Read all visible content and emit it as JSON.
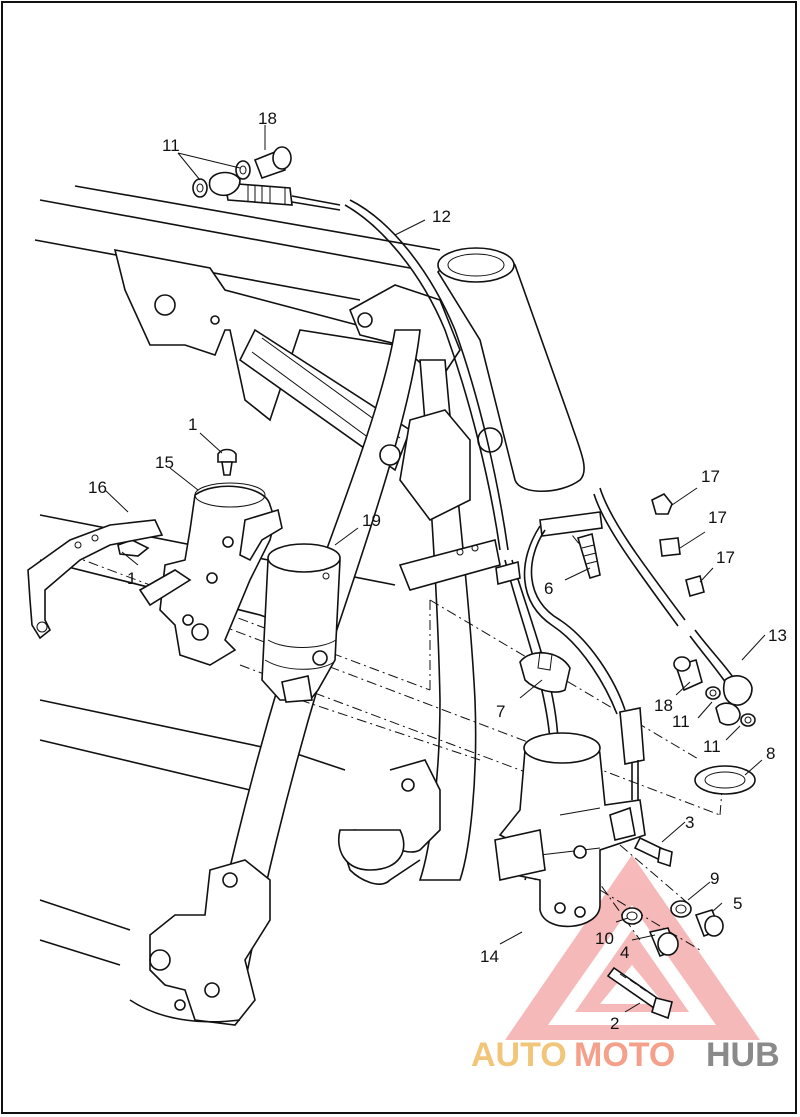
{
  "callouts": [
    {
      "id": "c1a",
      "text": "1"
    },
    {
      "id": "c1b",
      "text": "1"
    },
    {
      "id": "c2",
      "text": "2"
    },
    {
      "id": "c3",
      "text": "3"
    },
    {
      "id": "c4",
      "text": "4"
    },
    {
      "id": "c5",
      "text": "5"
    },
    {
      "id": "c6",
      "text": "6"
    },
    {
      "id": "c7",
      "text": "7"
    },
    {
      "id": "c8",
      "text": "8"
    },
    {
      "id": "c9",
      "text": "9"
    },
    {
      "id": "c10",
      "text": "10"
    },
    {
      "id": "c11a",
      "text": "11"
    },
    {
      "id": "c11b",
      "text": "11"
    },
    {
      "id": "c11c",
      "text": "11"
    },
    {
      "id": "c12",
      "text": "12"
    },
    {
      "id": "c13",
      "text": "13"
    },
    {
      "id": "c14",
      "text": "14"
    },
    {
      "id": "c15",
      "text": "15"
    },
    {
      "id": "c16",
      "text": "16"
    },
    {
      "id": "c17a",
      "text": "17"
    },
    {
      "id": "c17b",
      "text": "17"
    },
    {
      "id": "c17c",
      "text": "17"
    },
    {
      "id": "c18a",
      "text": "18"
    },
    {
      "id": "c18b",
      "text": "18"
    },
    {
      "id": "c19",
      "text": "19"
    }
  ],
  "watermark": {
    "part1": "AUTO",
    "part2": "MOTO",
    "part3": "HUB",
    "colors": {
      "auto": "#f2c67a",
      "moto": "#f4a08a",
      "hub": "#8a8a8a",
      "triangle": "#f08080"
    }
  }
}
